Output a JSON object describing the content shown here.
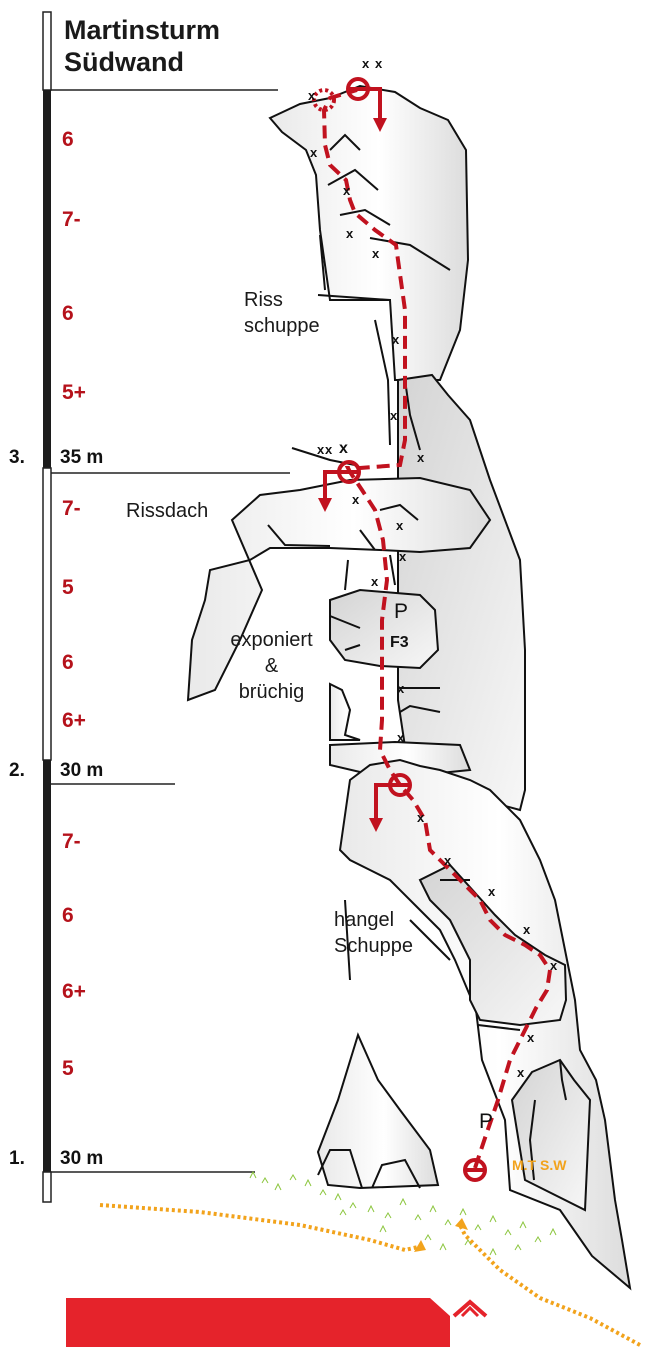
{
  "title": {
    "line1": "Martinsturm",
    "line2": "Südwand"
  },
  "pitches": [
    {
      "number": "1.",
      "length": "30 m",
      "grades": [
        "7-",
        "6",
        "6+",
        "5"
      ]
    },
    {
      "number": "2.",
      "length": "30 m",
      "grades": [
        "7-",
        "5",
        "6",
        "6+"
      ]
    },
    {
      "number": "3.",
      "length": "35 m",
      "grades": [
        "6",
        "7-",
        "6",
        "5+"
      ]
    }
  ],
  "features": {
    "riss_schuppe": {
      "line1": "Riss",
      "line2": "schuppe"
    },
    "rissdach": "Rissdach",
    "exponiert": {
      "line1": "exponiert",
      "line2": "&",
      "line3": "brüchig"
    },
    "hangel_schuppe": {
      "line1": "hangel",
      "line2": "Schuppe"
    }
  },
  "bolt_symbol": "x",
  "piton_symbol": "P",
  "friend_label": "F3",
  "route_marker": "M.T S.W",
  "colors": {
    "route": "#c1121f",
    "access_path": "#f2a31c",
    "grade": "#b5121b",
    "scale_bar": "#1c1c1c",
    "grass": "#8cc63f"
  }
}
